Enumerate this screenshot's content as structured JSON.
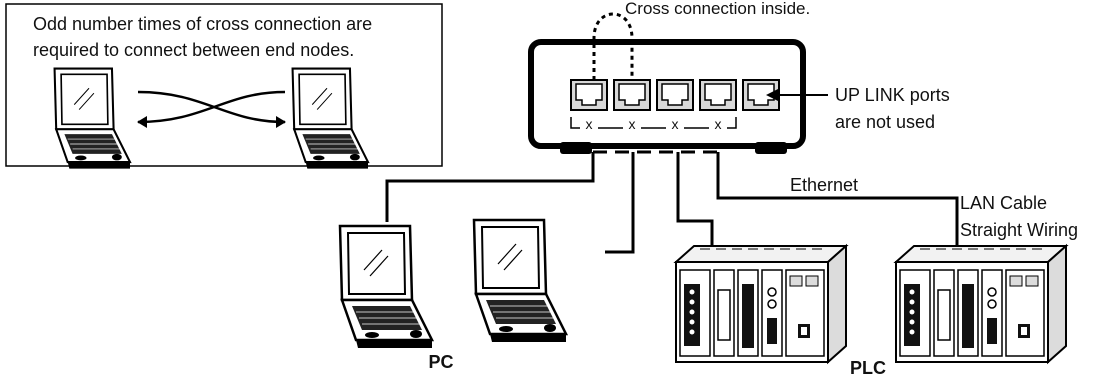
{
  "inset_note": {
    "line1": "Odd number times of cross connection are",
    "line2": "required to connect between end nodes."
  },
  "hub": {
    "cross_label": "Cross connection inside.",
    "port_marks": [
      "x",
      "x",
      "x",
      "x"
    ],
    "uplink_line1": "UP LINK ports",
    "uplink_line2": "are not used"
  },
  "cabling": {
    "ethernet": "Ethernet",
    "cable_line1": "LAN Cable",
    "cable_line2": "Straight Wiring"
  },
  "devices": {
    "pc_label": "PC",
    "plc_label": "PLC"
  }
}
